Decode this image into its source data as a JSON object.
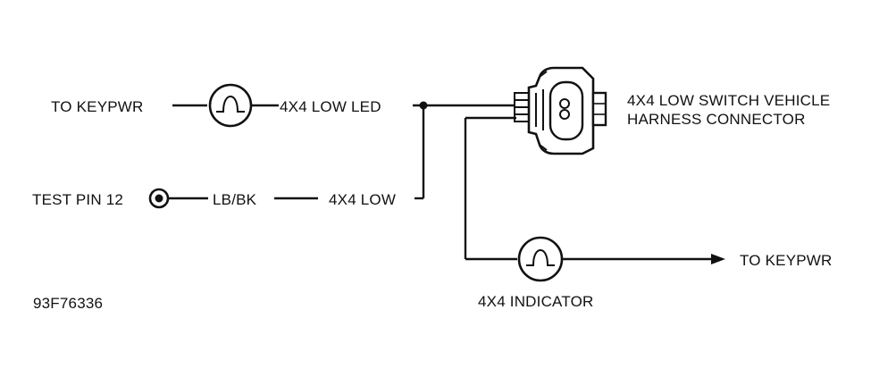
{
  "diagram": {
    "labels": {
      "to_keypwr_left": "TO KEYPWR",
      "led_wire": "4X4 LOW LED",
      "switch_line1": "4X4 LOW SWITCH VEHICLE",
      "switch_line2": "HARNESS CONNECTOR",
      "test_pin": "TEST PIN 12",
      "wire_color": "LB/BK",
      "low_wire": "4X4 LOW",
      "to_keypwr_right": "TO KEYPWR",
      "indicator": "4X4 INDICATOR",
      "figure_id": "93F76336"
    },
    "icons": {
      "lamp": "lamp-icon",
      "test_pin": "test-pin-icon",
      "connector": "connector-icon",
      "arrow": "arrow-right-icon"
    },
    "colors": {
      "ink": "#111111",
      "paper": "#ffffff"
    }
  }
}
